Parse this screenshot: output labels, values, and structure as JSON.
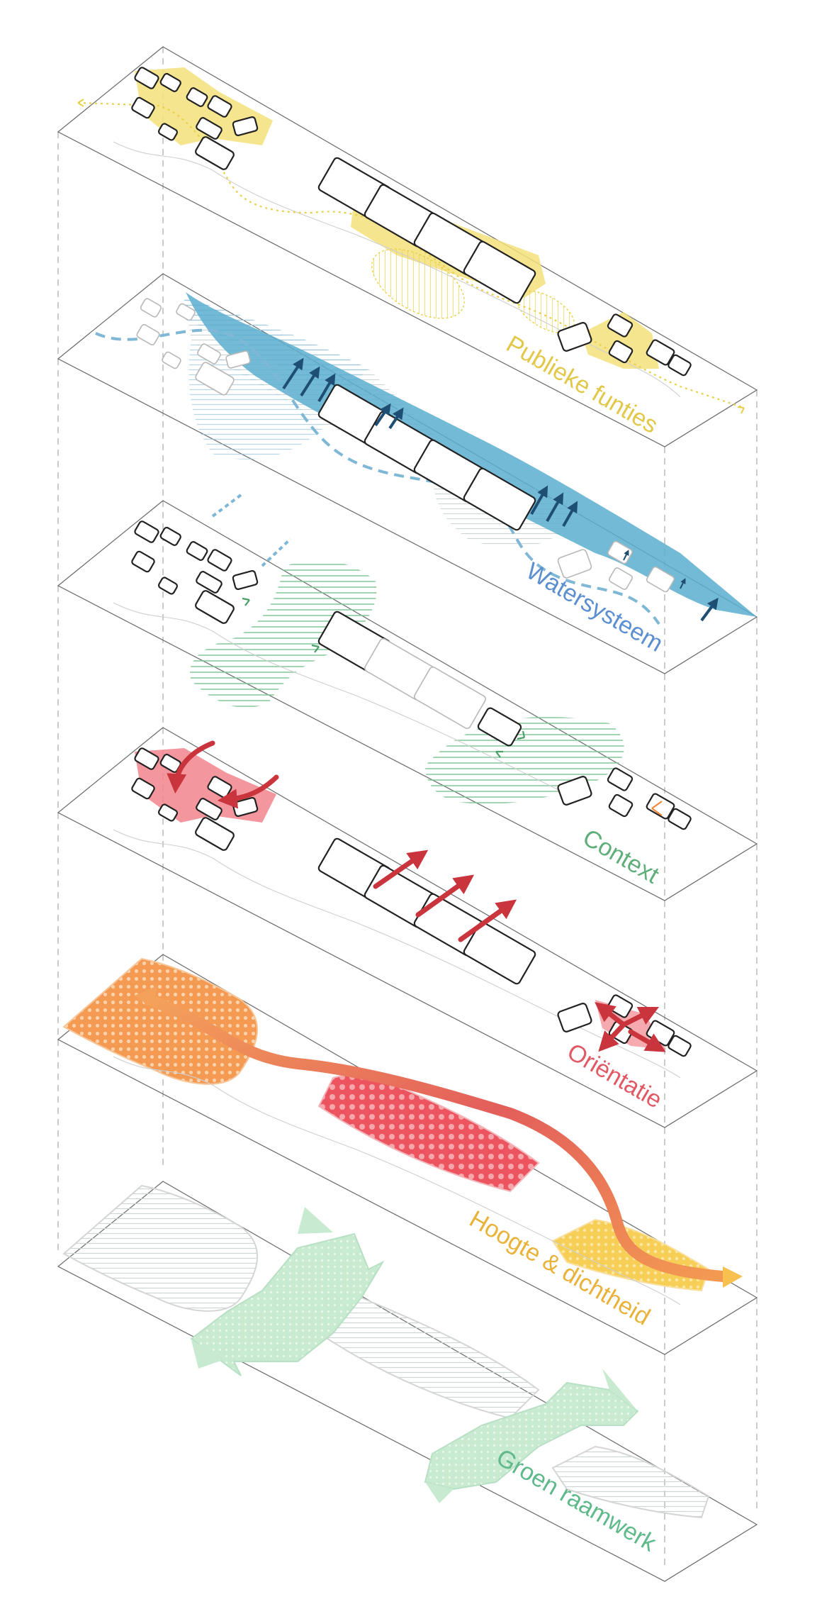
{
  "diagram": {
    "type": "exploded-axonometric",
    "layers": [
      {
        "id": "publieke-funties",
        "label": "Publieke funties",
        "color": "#e8d14a"
      },
      {
        "id": "watersysteem",
        "label": "Watersysteem",
        "color": "#5b8fcf"
      },
      {
        "id": "context",
        "label": "Context",
        "color": "#5fae7a"
      },
      {
        "id": "orientatie",
        "label": "Oriëntatie",
        "color": "#e05a66"
      },
      {
        "id": "hoogte-dichtheid",
        "label": "Hoogte & dichtheid",
        "color": "#e9b23a"
      },
      {
        "id": "groen-raamwerk",
        "label": "Groen raamwerk",
        "color": "#5fb98a"
      }
    ]
  }
}
